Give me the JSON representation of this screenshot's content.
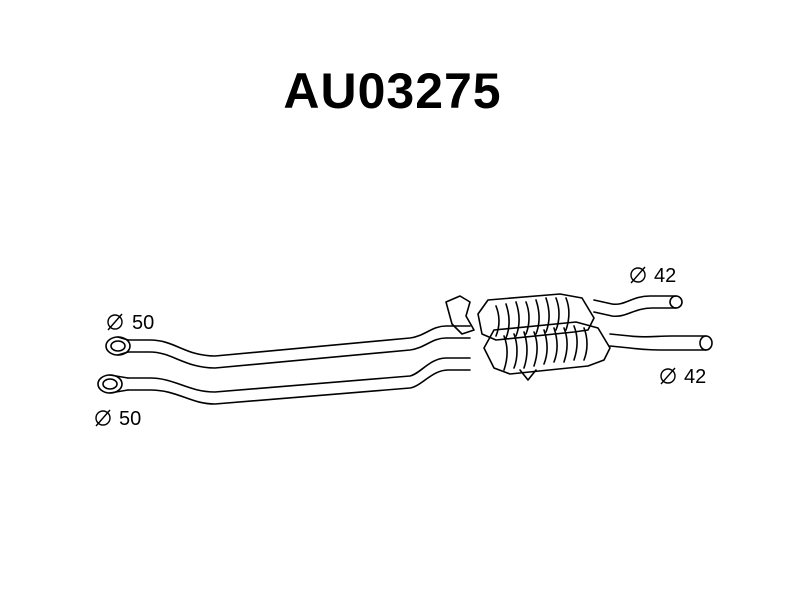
{
  "title": "AU03275",
  "dimensions": {
    "inlet_upper": "50",
    "inlet_lower": "50",
    "outlet_upper": "42",
    "outlet_lower": "42"
  },
  "colors": {
    "line": "#000000",
    "background": "#ffffff"
  },
  "icons": {
    "diameter_symbol": "diameter-icon"
  }
}
